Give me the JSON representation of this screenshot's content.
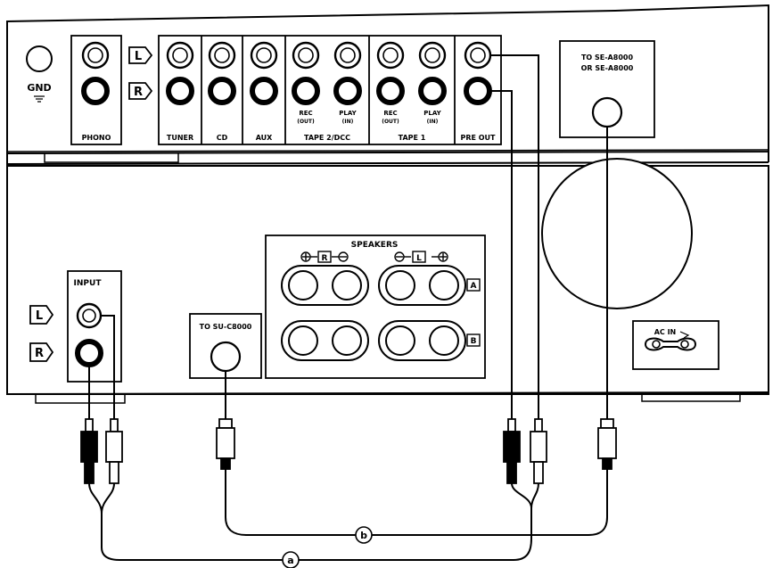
{
  "top_unit": {
    "gnd_label": "GND",
    "channel_left": "L",
    "channel_right": "R",
    "input_groups": [
      "PHONO",
      "TUNER",
      "CD",
      "AUX",
      "TAPE 2/DCC",
      "TAPE 1",
      "PRE OUT"
    ],
    "rec_label": "REC",
    "rec_sub": "(OUT)",
    "play_label": "PLAY",
    "play_sub": "(IN)",
    "system_connector_line1": "TO SE-A8000",
    "system_connector_line2": "OR SE-A8000"
  },
  "bottom_unit": {
    "input_label": "INPUT",
    "channel_left": "L",
    "channel_right": "R",
    "system_connector": "TO SU-C8000",
    "speakers_label": "SPEAKERS",
    "speaker_pair_left": "R",
    "speaker_pair_right": "L",
    "speaker_row_a": "A",
    "speaker_row_b": "B",
    "ac_label": "AC IN"
  },
  "cables": {
    "cable_a": "a",
    "cable_b": "b"
  }
}
